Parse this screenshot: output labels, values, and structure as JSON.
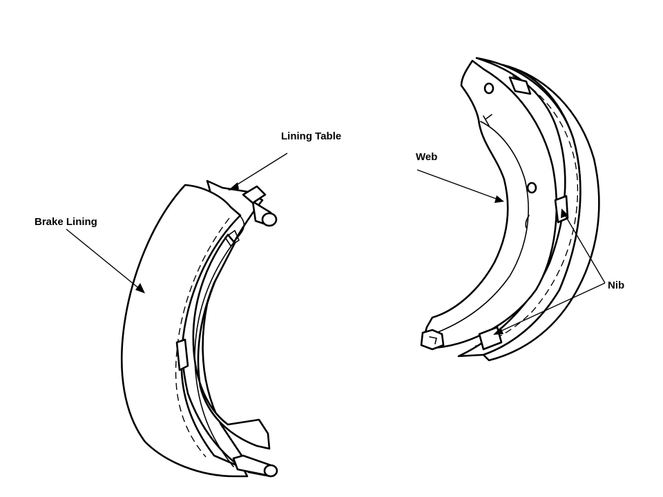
{
  "labels": {
    "lining_table": "Lining Table",
    "brake_lining": "Brake Lining",
    "web": "Web",
    "nib": "Nib"
  },
  "colors": {
    "ink": "#000000",
    "paper": "#ffffff"
  }
}
